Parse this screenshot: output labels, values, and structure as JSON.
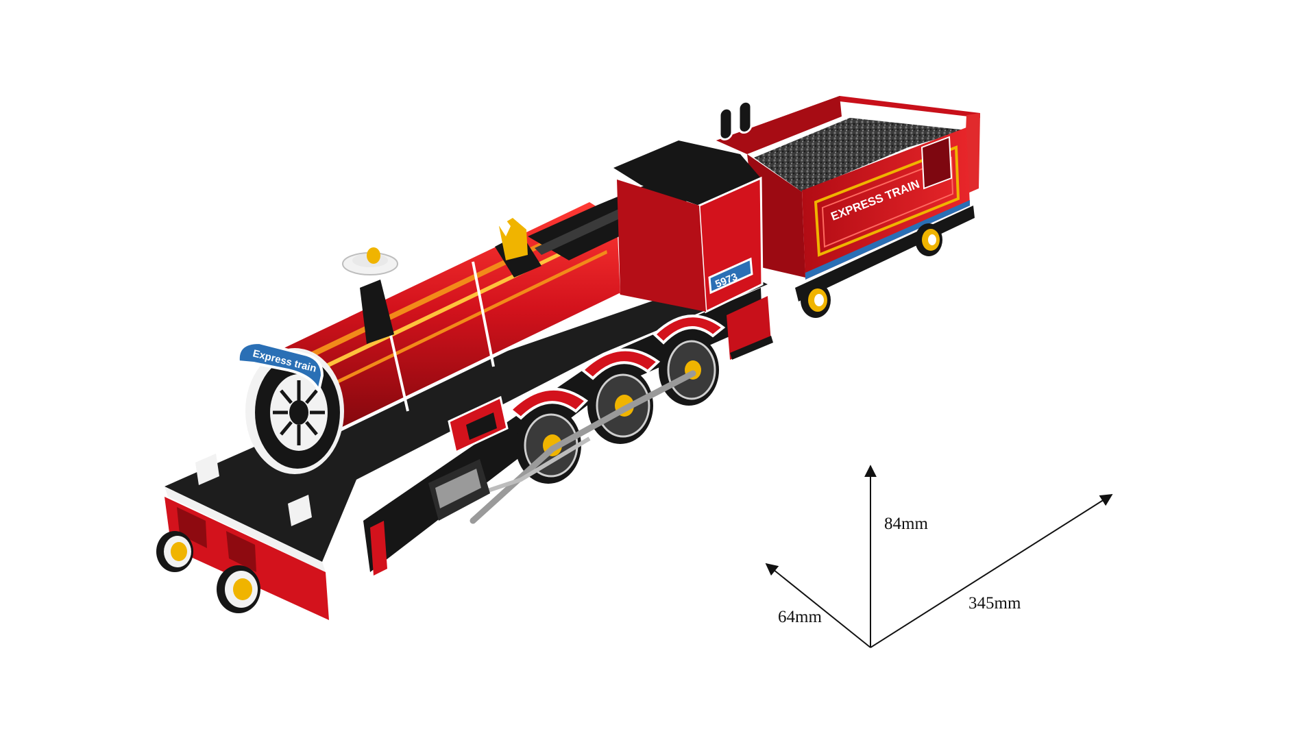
{
  "product": {
    "smokebox_plate": "Express train",
    "cab_number": "5973",
    "tender_decal": "EXPRESS TRAIN"
  },
  "dimensions": {
    "height": "84mm",
    "depth": "64mm",
    "length": "345mm"
  },
  "colors": {
    "body_red": "#d3121c",
    "dark_red": "#8e0a10",
    "black": "#161616",
    "gold": "#f0b400",
    "plate_blue": "#2a6fb5",
    "white_trim": "#f2f2f2"
  }
}
